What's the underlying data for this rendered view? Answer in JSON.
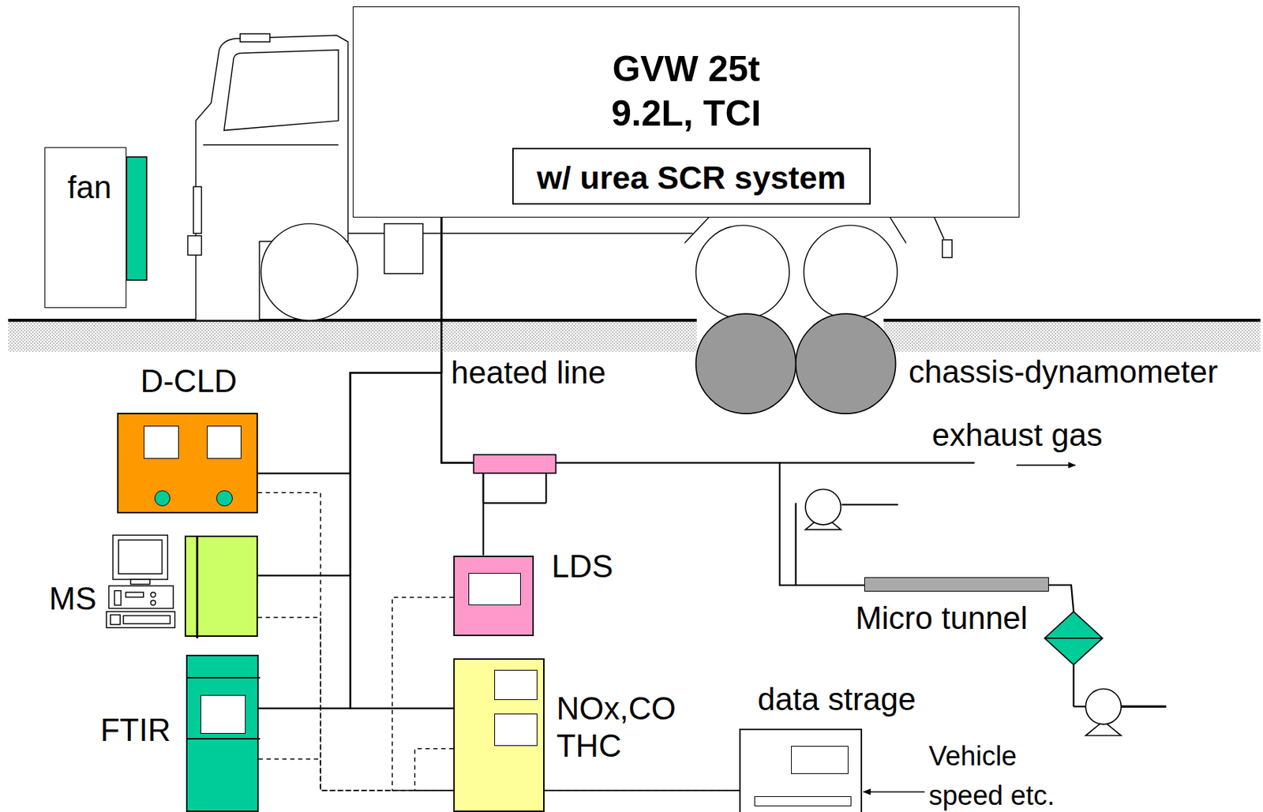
{
  "diagram": {
    "nodes": [
      {
        "text": [
          "GVW 25t",
          "9.2L, TCI"
        ]
      },
      {
        "text": [
          "w/ urea SCR system"
        ],
        "in": 0
      },
      {
        "text": [
          "fan"
        ]
      },
      {
        "text": [
          "D-CLD"
        ]
      },
      {
        "text": [
          "MS"
        ]
      },
      {
        "text": [
          "FTIR"
        ]
      },
      {
        "text": [
          "LDS"
        ]
      },
      {
        "text": [
          "NOx,CO THC"
        ]
      },
      {
        "text": [
          "data strage"
        ]
      },
      {
        "text": [
          "Micro tunnel"
        ]
      }
    ],
    "edges": [
      {
        "from": 0,
        "to": 3,
        "arrow": "none"
      },
      {
        "from": 0,
        "to": 4,
        "arrow": "none"
      },
      {
        "from": 0,
        "to": 5,
        "arrow": "none"
      },
      {
        "from": 0,
        "to": 7,
        "arrow": "none"
      },
      {
        "from": 0,
        "to": 6,
        "arrow": "none"
      },
      {
        "from": 0,
        "to": 9,
        "arrow": "none"
      },
      {
        "from": 3,
        "to": 8,
        "arrow": "none"
      },
      {
        "from": 4,
        "to": 8,
        "arrow": "none"
      },
      {
        "from": 5,
        "to": 8,
        "arrow": "none"
      },
      {
        "from": 6,
        "to": 8,
        "arrow": "none"
      },
      {
        "from": 7,
        "to": 8,
        "arrow": "none"
      }
    ],
    "labels": [
      "heated line",
      "chassis-dynamometer",
      "exhaust gas",
      "Vehicle speed etc."
    ]
  }
}
